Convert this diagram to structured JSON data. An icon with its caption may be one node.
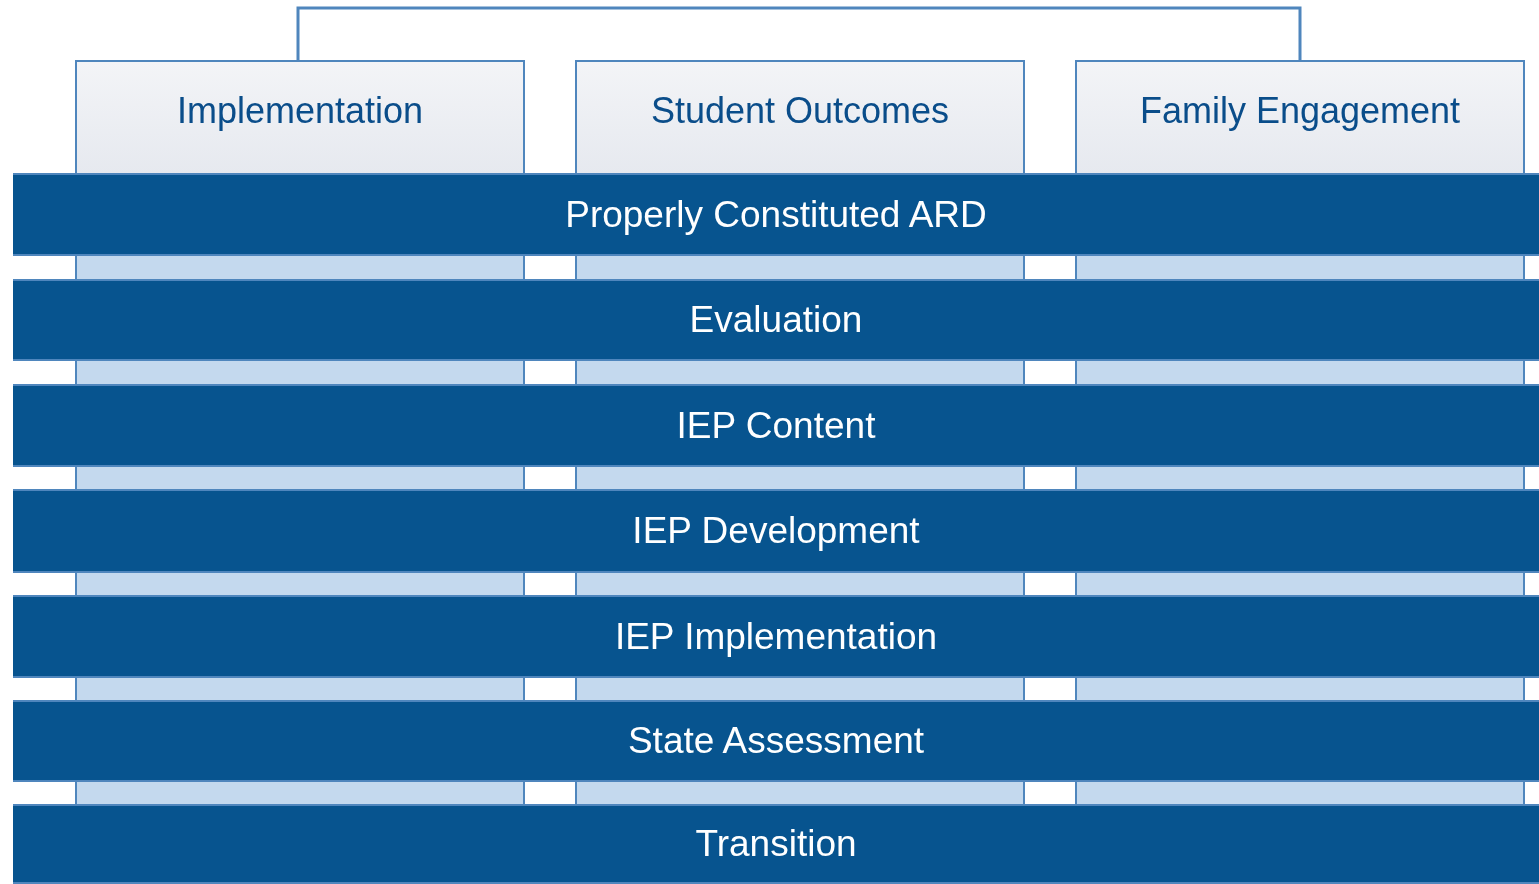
{
  "diagram": {
    "nodes": [
      {
        "text": [
          "Implementation"
        ]
      },
      {
        "text": [
          "Student Outcomes"
        ]
      },
      {
        "text": [
          "Family Engagement"
        ]
      },
      {
        "text": [
          "Properly Constituted ARD"
        ]
      },
      {
        "text": [
          "Evaluation"
        ]
      },
      {
        "text": [
          "IEP Content"
        ]
      },
      {
        "text": [
          "IEP Development"
        ]
      },
      {
        "text": [
          "IEP Implementation"
        ]
      },
      {
        "text": [
          "State Assessment"
        ]
      },
      {
        "text": [
          "Transition"
        ]
      }
    ],
    "edges": [
      {
        "from": 0,
        "to": 2,
        "arrow": "none"
      }
    ]
  }
}
